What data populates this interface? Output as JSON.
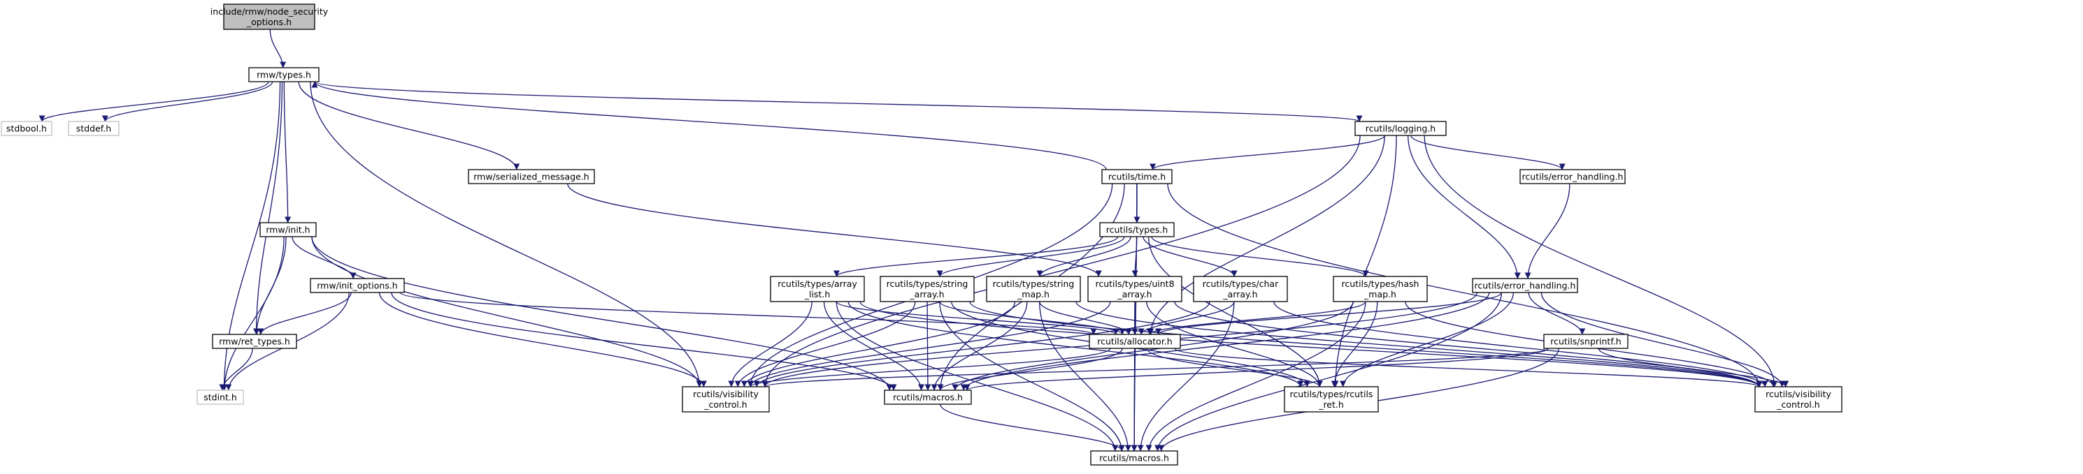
{
  "graph": {
    "colors": {
      "edge": "#191970",
      "node_border": "#000000",
      "external_border": "#bfbfbf",
      "root_fill": "#bfbfbf",
      "text": "#000000",
      "external_text": "#000000"
    },
    "nodes": [
      {
        "id": "root",
        "lines": [
          "include/rmw/node_security",
          "_options.h"
        ],
        "style": "root"
      },
      {
        "id": "rmw_types",
        "lines": [
          "rmw/types.h"
        ],
        "style": "normal"
      },
      {
        "id": "stdbool",
        "lines": [
          "stdbool.h"
        ],
        "style": "external"
      },
      {
        "id": "stddef",
        "lines": [
          "stddef.h"
        ],
        "style": "external"
      },
      {
        "id": "rcutils_logging",
        "lines": [
          "rcutils/logging.h"
        ],
        "style": "normal"
      },
      {
        "id": "rmw_serialized",
        "lines": [
          "rmw/serialized_message.h"
        ],
        "style": "normal"
      },
      {
        "id": "rcutils_time",
        "lines": [
          "rcutils/time.h"
        ],
        "style": "normal"
      },
      {
        "id": "rcutils_err_short",
        "lines": [
          "rcutils/error_handling.h"
        ],
        "style": "normal"
      },
      {
        "id": "rmw_init",
        "lines": [
          "rmw/init.h"
        ],
        "style": "normal"
      },
      {
        "id": "rcutils_types",
        "lines": [
          "rcutils/types.h"
        ],
        "style": "normal"
      },
      {
        "id": "rmw_init_options",
        "lines": [
          "rmw/init_options.h"
        ],
        "style": "normal"
      },
      {
        "id": "array_list",
        "lines": [
          "rcutils/types/array",
          "_list.h"
        ],
        "style": "normal"
      },
      {
        "id": "string_array",
        "lines": [
          "rcutils/types/string",
          "_array.h"
        ],
        "style": "normal"
      },
      {
        "id": "string_map",
        "lines": [
          "rcutils/types/string",
          "_map.h"
        ],
        "style": "normal"
      },
      {
        "id": "uint8_array",
        "lines": [
          "rcutils/types/uint8",
          "_array.h"
        ],
        "style": "normal"
      },
      {
        "id": "char_array",
        "lines": [
          "rcutils/types/char",
          "_array.h"
        ],
        "style": "normal"
      },
      {
        "id": "hash_map",
        "lines": [
          "rcutils/types/hash",
          "_map.h"
        ],
        "style": "normal"
      },
      {
        "id": "err_handling",
        "lines": [
          "rcutils/error_handling.h"
        ],
        "style": "normal"
      },
      {
        "id": "rmw_ret_types",
        "lines": [
          "rmw/ret_types.h"
        ],
        "style": "normal"
      },
      {
        "id": "rcutils_allocator",
        "lines": [
          "rcutils/allocator.h"
        ],
        "style": "normal"
      },
      {
        "id": "snprintf",
        "lines": [
          "rcutils/snprintf.h"
        ],
        "style": "normal"
      },
      {
        "id": "stdint",
        "lines": [
          "stdint.h"
        ],
        "style": "external"
      },
      {
        "id": "vis_left",
        "lines": [
          "rcutils/visibility",
          "_control.h"
        ],
        "style": "normal"
      },
      {
        "id": "rcutils_macros_mid",
        "lines": [
          "rcutils/macros.h"
        ],
        "style": "normal"
      },
      {
        "id": "rcutils_ret",
        "lines": [
          "rcutils/types/rcutils",
          "_ret.h"
        ],
        "style": "normal"
      },
      {
        "id": "vis_right",
        "lines": [
          "rcutils/visibility",
          "_control.h"
        ],
        "style": "normal"
      },
      {
        "id": "rcutils_macros_bottom",
        "lines": [
          "rcutils/macros.h"
        ],
        "style": "normal"
      }
    ],
    "edges": [
      [
        "root",
        "rmw_types"
      ],
      [
        "rmw_types",
        "stdbool"
      ],
      [
        "rmw_types",
        "stddef"
      ],
      [
        "rmw_types",
        "stdint"
      ],
      [
        "rmw_types",
        "rcutils_logging"
      ],
      [
        "rmw_types",
        "rmw_serialized"
      ],
      [
        "rmw_types",
        "rmw_init"
      ],
      [
        "rmw_types",
        "rmw_ret_types"
      ],
      [
        "rmw_types",
        "vis_left"
      ],
      [
        "rcutils_time",
        "rmw_types"
      ],
      [
        "rcutils_logging",
        "rcutils_time"
      ],
      [
        "rcutils_logging",
        "rcutils_err_short"
      ],
      [
        "rcutils_logging",
        "err_handling"
      ],
      [
        "rcutils_logging",
        "vis_left"
      ],
      [
        "rcutils_logging",
        "rcutils_allocator"
      ],
      [
        "rcutils_logging",
        "rcutils_ret"
      ],
      [
        "rcutils_logging",
        "vis_right"
      ],
      [
        "rcutils_err_short",
        "err_handling"
      ],
      [
        "rmw_serialized",
        "uint8_array"
      ],
      [
        "rcutils_time",
        "rcutils_types"
      ],
      [
        "rcutils_time",
        "vis_left"
      ],
      [
        "rcutils_time",
        "rcutils_macros_mid"
      ],
      [
        "rcutils_time",
        "vis_right"
      ],
      [
        "rcutils_time",
        "rcutils_macros_bottom"
      ],
      [
        "rmw_init",
        "rmw_init_options"
      ],
      [
        "rmw_init",
        "rmw_ret_types"
      ],
      [
        "rmw_init",
        "stdint"
      ],
      [
        "rmw_init",
        "vis_left"
      ],
      [
        "rmw_init",
        "rcutils_macros_mid"
      ],
      [
        "rmw_init_options",
        "rmw_ret_types"
      ],
      [
        "rmw_init_options",
        "stdint"
      ],
      [
        "rmw_init_options",
        "vis_left"
      ],
      [
        "rmw_init_options",
        "rcutils_macros_mid"
      ],
      [
        "rmw_init_options",
        "rcutils_allocator"
      ],
      [
        "rmw_ret_types",
        "stdint"
      ],
      [
        "rcutils_types",
        "array_list"
      ],
      [
        "rcutils_types",
        "string_array"
      ],
      [
        "rcutils_types",
        "string_map"
      ],
      [
        "rcutils_types",
        "uint8_array"
      ],
      [
        "rcutils_types",
        "char_array"
      ],
      [
        "rcutils_types",
        "hash_map"
      ],
      [
        "rcutils_types",
        "rcutils_ret"
      ],
      [
        "array_list",
        "rcutils_allocator"
      ],
      [
        "array_list",
        "vis_left"
      ],
      [
        "array_list",
        "rcutils_macros_mid"
      ],
      [
        "array_list",
        "rcutils_ret"
      ],
      [
        "array_list",
        "vis_right"
      ],
      [
        "array_list",
        "rcutils_macros_bottom"
      ],
      [
        "string_array",
        "rcutils_allocator"
      ],
      [
        "string_array",
        "vis_left"
      ],
      [
        "string_array",
        "rcutils_macros_mid"
      ],
      [
        "string_array",
        "rcutils_ret"
      ],
      [
        "string_array",
        "vis_right"
      ],
      [
        "string_array",
        "rcutils_macros_bottom"
      ],
      [
        "string_map",
        "rcutils_allocator"
      ],
      [
        "string_map",
        "vis_left"
      ],
      [
        "string_map",
        "rcutils_macros_mid"
      ],
      [
        "string_map",
        "rcutils_macros_bottom"
      ],
      [
        "string_map",
        "vis_right"
      ],
      [
        "uint8_array",
        "rcutils_allocator"
      ],
      [
        "uint8_array",
        "vis_left"
      ],
      [
        "uint8_array",
        "rcutils_ret"
      ],
      [
        "uint8_array",
        "vis_right"
      ],
      [
        "uint8_array",
        "rcutils_macros_bottom"
      ],
      [
        "char_array",
        "rcutils_allocator"
      ],
      [
        "char_array",
        "vis_left"
      ],
      [
        "char_array",
        "vis_right"
      ],
      [
        "char_array",
        "rcutils_macros_bottom"
      ],
      [
        "hash_map",
        "rcutils_allocator"
      ],
      [
        "hash_map",
        "rcutils_ret"
      ],
      [
        "hash_map",
        "rcutils_macros_mid"
      ],
      [
        "hash_map",
        "vis_right"
      ],
      [
        "hash_map",
        "rcutils_macros_bottom"
      ],
      [
        "err_handling",
        "rcutils_allocator"
      ],
      [
        "err_handling",
        "snprintf"
      ],
      [
        "err_handling",
        "vis_left"
      ],
      [
        "err_handling",
        "rcutils_macros_mid"
      ],
      [
        "err_handling",
        "rcutils_ret"
      ],
      [
        "err_handling",
        "vis_right"
      ],
      [
        "err_handling",
        "rcutils_macros_bottom"
      ],
      [
        "rcutils_allocator",
        "vis_left"
      ],
      [
        "rcutils_allocator",
        "rcutils_macros_mid"
      ],
      [
        "rcutils_allocator",
        "rcutils_ret"
      ],
      [
        "rcutils_allocator",
        "vis_right"
      ],
      [
        "rcutils_allocator",
        "rcutils_macros_bottom"
      ],
      [
        "snprintf",
        "vis_left"
      ],
      [
        "snprintf",
        "rcutils_macros_mid"
      ],
      [
        "snprintf",
        "vis_right"
      ],
      [
        "snprintf",
        "rcutils_macros_bottom"
      ],
      [
        "rcutils_macros_mid",
        "rcutils_macros_bottom"
      ]
    ]
  }
}
